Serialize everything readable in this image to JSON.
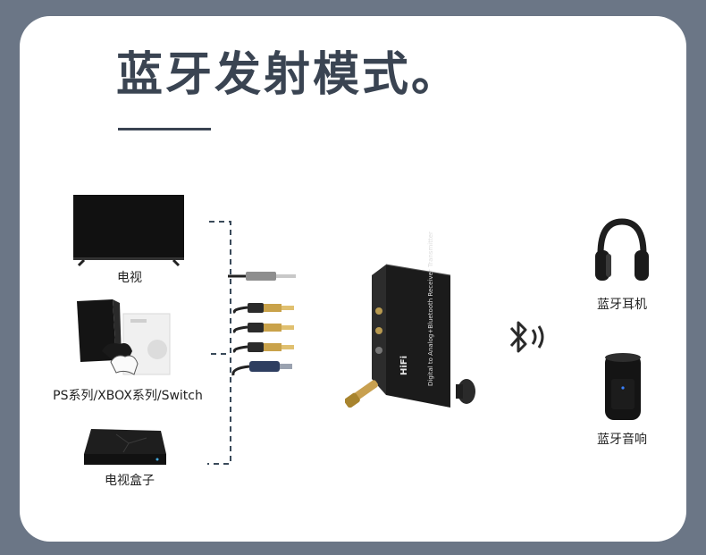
{
  "title": "蓝牙发射模式。",
  "sources": {
    "tv_label": "电视",
    "console_label": "PS系列/XBOX系列/Switch",
    "settop_label": "电视盒子"
  },
  "device": {
    "model_text": "HiFi",
    "description_text": "Digital to Analog+Bluetooth Receiver Transmitter"
  },
  "outputs": {
    "headphones_label": "蓝牙耳机",
    "speaker_label": "蓝牙音响"
  },
  "icons": [
    "tv-icon",
    "game-console-icon",
    "set-top-box-icon",
    "audio-cables-icon",
    "dac-device-icon",
    "bluetooth-icon",
    "headphones-icon",
    "speaker-icon"
  ],
  "colors": {
    "background": "#6b7686",
    "card": "#ffffff",
    "title": "#3a4452",
    "dashed_line": "#3a4a5a"
  }
}
